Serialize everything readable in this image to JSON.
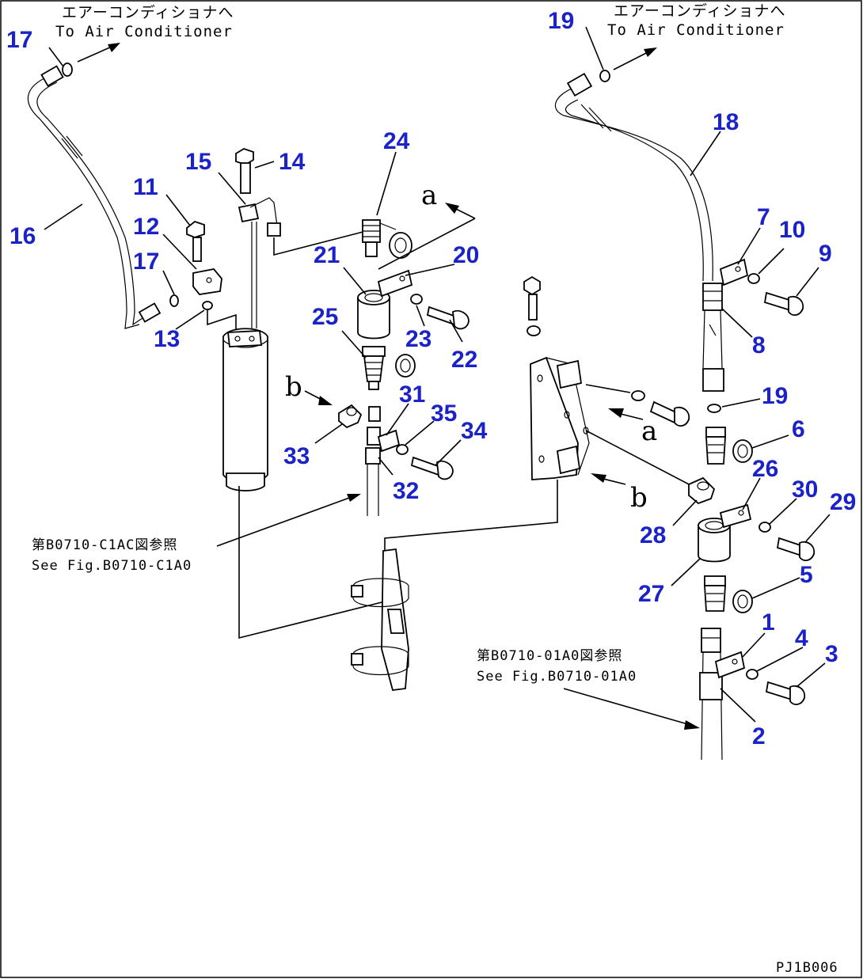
{
  "notes": {
    "left_jp": "エアーコンディショナへ",
    "left_en": "To Air Conditioner",
    "right_jp": "エアーコンディショナへ",
    "right_en": "To Air Conditioner",
    "ref1_jp": "第B0710-C1AC図参照",
    "ref1_en": "See Fig.B0710-C1A0",
    "ref2_jp": "第B0710-01A0図参照",
    "ref2_en": "See Fig.B0710-01A0",
    "view_a1": "a",
    "view_b1": "b",
    "view_a2": "a",
    "view_b2": "b",
    "drawing_code": "PJ1B006"
  },
  "callouts": {
    "c1": "1",
    "c2": "2",
    "c3": "3",
    "c4": "4",
    "c5": "5",
    "c6": "6",
    "c7": "7",
    "c8": "8",
    "c9": "9",
    "c10": "10",
    "c11": "11",
    "c12": "12",
    "c13": "13",
    "c14": "14",
    "c15": "15",
    "c16": "16",
    "c17a": "17",
    "c17b": "17",
    "c18": "18",
    "c19a": "19",
    "c19b": "19",
    "c20": "20",
    "c21": "21",
    "c22": "22",
    "c23": "23",
    "c24": "24",
    "c25": "25",
    "c26": "26",
    "c27": "27",
    "c28": "28",
    "c29": "29",
    "c30": "30",
    "c31": "31",
    "c32": "32",
    "c33": "33",
    "c34": "34",
    "c35": "35"
  },
  "colors": {
    "callout": "#1a22c8",
    "line": "#000000"
  }
}
